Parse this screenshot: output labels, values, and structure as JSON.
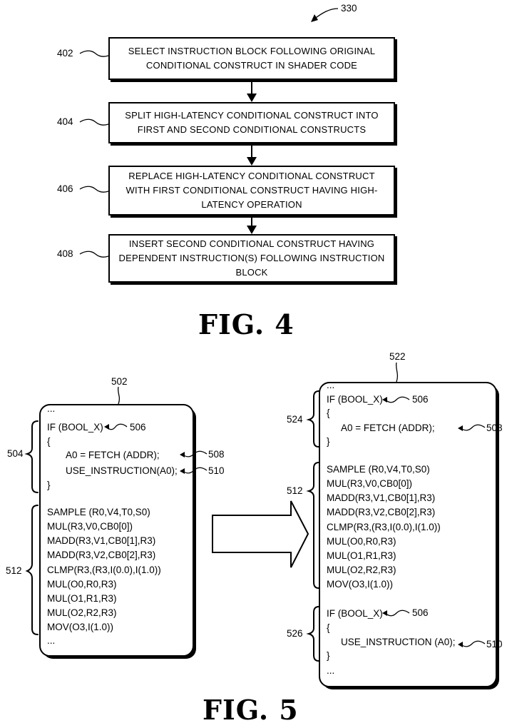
{
  "fig4": {
    "ref_figure": "330",
    "steps": [
      {
        "ref": "402",
        "line1": "SELECT INSTRUCTION BLOCK FOLLOWING ORIGINAL",
        "line2": "CONDITIONAL CONSTRUCT IN SHADER CODE",
        "line3": ""
      },
      {
        "ref": "404",
        "line1": "SPLIT HIGH-LATENCY CONDITIONAL CONSTRUCT INTO",
        "line2": "FIRST AND SECOND CONDITIONAL CONSTRUCTS",
        "line3": ""
      },
      {
        "ref": "406",
        "line1": "REPLACE HIGH-LATENCY CONDITIONAL CONSTRUCT",
        "line2": "WITH FIRST CONDITIONAL CONSTRUCT HAVING HIGH-",
        "line3": "LATENCY OPERATION"
      },
      {
        "ref": "408",
        "line1": "INSERT SECOND CONDITIONAL CONSTRUCT HAVING",
        "line2": "DEPENDENT INSTRUCTION(S) FOLLOWING INSTRUCTION",
        "line3": "BLOCK"
      }
    ],
    "caption": "FIG. 4"
  },
  "fig5": {
    "caption": "FIG. 5",
    "left": {
      "ref": "502",
      "code": {
        "l0": "...",
        "l1": "IF (BOOL_X)",
        "l2": "{",
        "l3": "A0 = FETCH (ADDR);",
        "l4": "USE_INSTRUCTION(A0);",
        "l5": "}",
        "l6": "SAMPLE (R0,V4,T0,S0)",
        "l7": "MUL(R3,V0,CB0[0])",
        "l8": "MADD(R3,V1,CB0[1],R3)",
        "l9": "MADD(R3,V2,CB0[2],R3)",
        "l10": "CLMP(R3,(R3,I(0.0),I(1.0))",
        "l11": "MUL(O0,R0,R3)",
        "l12": "MUL(O1,R1,R3)",
        "l13": "MUL(O2,R2,R3)",
        "l14": "MOV(O3,I(1.0))",
        "l15": "..."
      },
      "refs": {
        "r504": "504",
        "r506": "506",
        "r508": "508",
        "r510": "510",
        "r512": "512"
      }
    },
    "right": {
      "ref": "522",
      "code": {
        "l0": "...",
        "l1": "IF (BOOL_X)",
        "l2": "{",
        "l3": "A0 = FETCH (ADDR);",
        "l4": "}",
        "l5": "SAMPLE (R0,V4,T0,S0)",
        "l6": "MUL(R3,V0,CB0[0])",
        "l7": "MADD(R3,V1,CB0[1],R3)",
        "l8": "MADD(R3,V2,CB0[2],R3)",
        "l9": "CLMP(R3,(R3,I(0.0),I(1.0))",
        "l10": "MUL(O0,R0,R3)",
        "l11": "MUL(O1,R1,R3)",
        "l12": "MUL(O2,R2,R3)",
        "l13": "MOV(O3,I(1.0))",
        "l14": "IF (BOOL_X)",
        "l15": "{",
        "l16": "USE_INSTRUCTION (A0);",
        "l17": "}",
        "l18": "..."
      },
      "refs": {
        "r524": "524",
        "r506a": "506",
        "r508": "508",
        "r512": "512",
        "r526": "526",
        "r506b": "506",
        "r510": "510"
      }
    }
  }
}
